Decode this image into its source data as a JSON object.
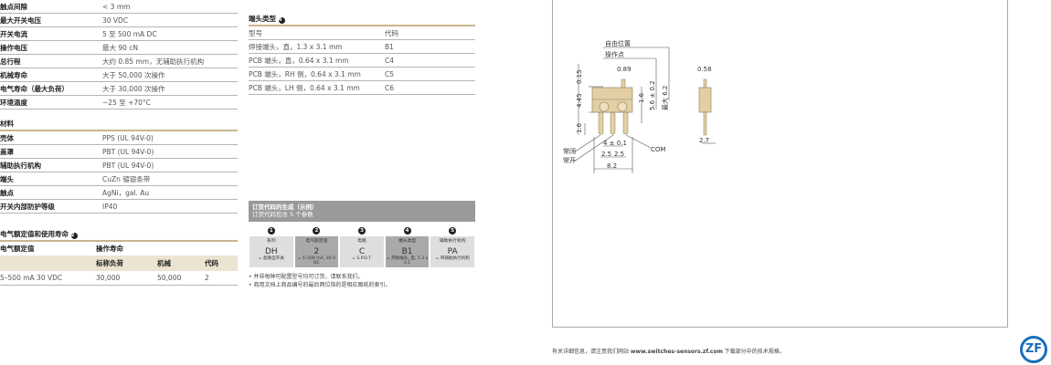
{
  "specs": [
    [
      "触点间隙",
      "< 3 mm"
    ],
    [
      "最大开关电压",
      "30 VDC"
    ],
    [
      "开关电流",
      "5 至 500 mA DC"
    ],
    [
      "操作电压",
      "最大 90 cN"
    ],
    [
      "总行程",
      "大约 0.85 mm，无辅助执行机构"
    ],
    [
      "机械寿命",
      "大于 50,000 次操作"
    ],
    [
      "电气寿命（最大负荷）",
      "大于 30,000 次操作"
    ],
    [
      "环境温度",
      "−25 至 +70°C"
    ]
  ],
  "materials": {
    "title": "材料",
    "rows": [
      [
        "壳体",
        "PPS (UL 94V-0)"
      ],
      [
        "盖罩",
        "PBT (UL 94V-0)"
      ],
      [
        "辅助执行机构",
        "PBT (UL 94V-0)"
      ],
      [
        "端头",
        "CuZn 镀银条带"
      ],
      [
        "触点",
        "AgNi，gal. Au"
      ],
      [
        "开关内部防护等级",
        "IP40"
      ]
    ]
  },
  "ratings": {
    "title": "电气额定值和使用寿命",
    "badge": "2",
    "col1": "电气额定值",
    "col2": "操作寿命",
    "sub": [
      "标称负荷",
      "机械",
      "代码"
    ],
    "row": [
      "5–500 mA 30 VDC",
      "30,000",
      "50,000",
      "2"
    ]
  },
  "terminals": {
    "title": "端头类型",
    "badge": "4",
    "headers": [
      "型号",
      "代码"
    ],
    "rows": [
      [
        "焊接端头，直，1.3 x 3.1 mm",
        "B1"
      ],
      [
        "PCB 端头，直，0.64 x 3.1 mm",
        "C4"
      ],
      [
        "PCB 端头，RH 侧，0.64 x 3.1 mm",
        "C5"
      ],
      [
        "PCB 端头，LH 侧，0.64 x 3.1 mm",
        "C6"
      ]
    ]
  },
  "order": {
    "title": "订货代码的生成（示例）",
    "subtitle": "订货代码包含 5 个参数",
    "cols": [
      {
        "n": "1",
        "label": "系列",
        "code": "DH",
        "desc": "= 超微型开关"
      },
      {
        "n": "2",
        "label": "电气额定值",
        "code": "2",
        "desc": "= 5–500 mA, 30 V DC"
      },
      {
        "n": "3",
        "label": "电路",
        "code": "C",
        "desc": "= S.P.D.T."
      },
      {
        "n": "4",
        "label": "端头类型",
        "code": "B1",
        "desc": "= 焊接端头, 直, 1.3 x 3.1"
      },
      {
        "n": "5",
        "label": "辅助执行机构",
        "code": "PA",
        "desc": "= 带辅助执行机构"
      }
    ],
    "notes": [
      "• 并非每种可配置型号均可订货，请联系我们。",
      "• 商用文档上商品编号的最后两位指的是相应图纸的索引。"
    ]
  },
  "drawing": {
    "free_pos": "自由位置",
    "op_point": "操作点",
    "d089": "0.89",
    "d015": "0.15",
    "d445": "4.45",
    "d16a": "1.6",
    "d16b": "1.6",
    "d56": "5.6 ± 0.2",
    "dmax": "最大 6.2",
    "d4": "4 ± 0.1",
    "d25a": "2.5",
    "d25b": "2.5",
    "d82": "8.2",
    "nc": "常闭",
    "no": "常开",
    "com": "COM",
    "d058": "0.58",
    "d27": "2.7"
  },
  "footer": {
    "text": "有关详细信息，请注意我们网站 ",
    "url": "www.switches-sensors.zf.com",
    "text2": " 下载部分中的技术规格。",
    "logo": "ZF"
  },
  "colors": {
    "gold": "#c9b58e",
    "beige": "#ece3d2",
    "body": "#e3cfa4",
    "zf": "#1a6fb8"
  }
}
